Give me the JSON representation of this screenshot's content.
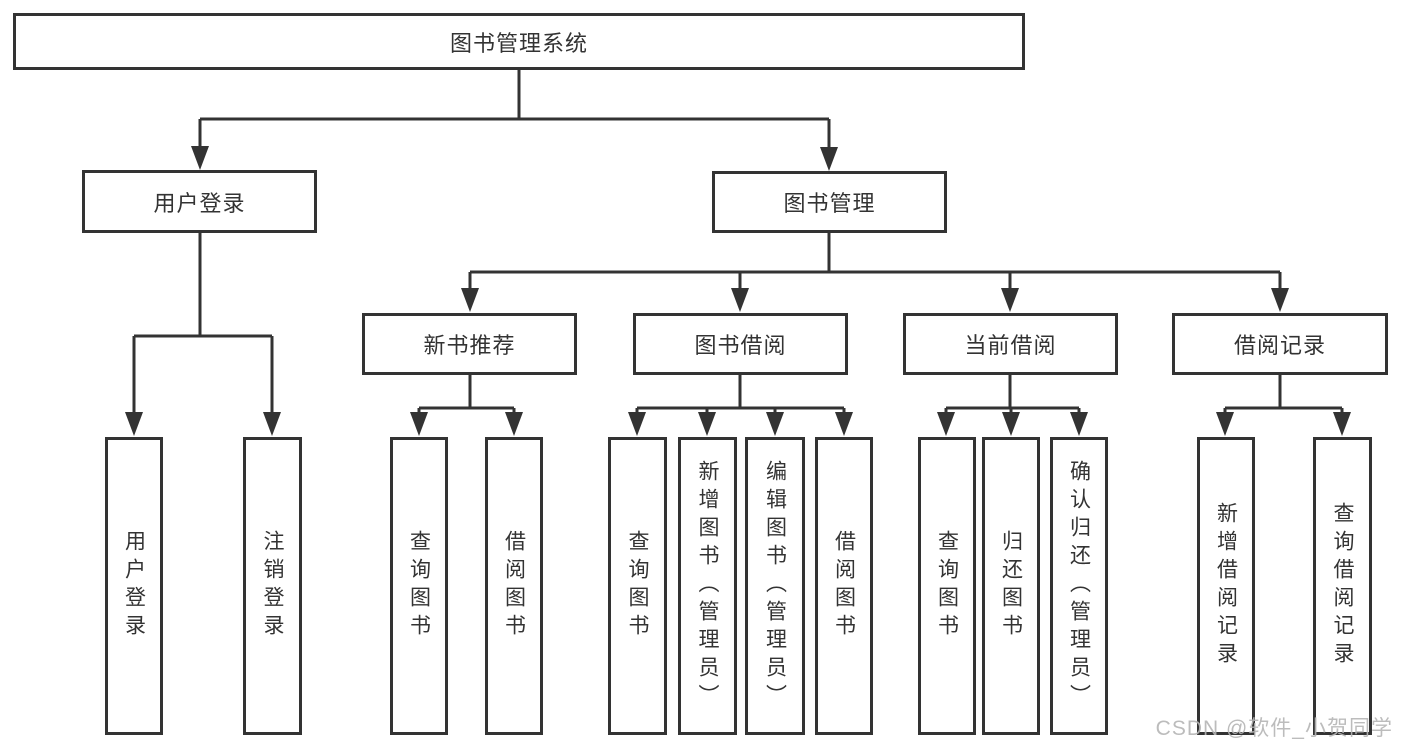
{
  "tree": {
    "root": {
      "label": "图书管理系统",
      "children": [
        {
          "label": "用户登录",
          "children": [
            {
              "label": "用户登录"
            },
            {
              "label": "注销登录"
            }
          ]
        },
        {
          "label": "图书管理",
          "children": [
            {
              "label": "新书推荐",
              "children": [
                {
                  "label": "查询图书"
                },
                {
                  "label": "借阅图书"
                }
              ]
            },
            {
              "label": "图书借阅",
              "children": [
                {
                  "label": "查询图书"
                },
                {
                  "label": "新增图书（管理员）"
                },
                {
                  "label": "编辑图书（管理员）"
                },
                {
                  "label": "借阅图书"
                }
              ]
            },
            {
              "label": "当前借阅",
              "children": [
                {
                  "label": "查询图书"
                },
                {
                  "label": "归还图书"
                },
                {
                  "label": "确认归还（管理员）"
                }
              ]
            },
            {
              "label": "借阅记录",
              "children": [
                {
                  "label": "新增借阅记录"
                },
                {
                  "label": "查询借阅记录"
                }
              ]
            }
          ]
        }
      ]
    }
  },
  "watermark": {
    "text": "CSDN @软件_小贺同学"
  },
  "colors": {
    "line": "#333333",
    "text": "#333333",
    "background": "#ffffff",
    "watermark": "#b5b5b5"
  }
}
